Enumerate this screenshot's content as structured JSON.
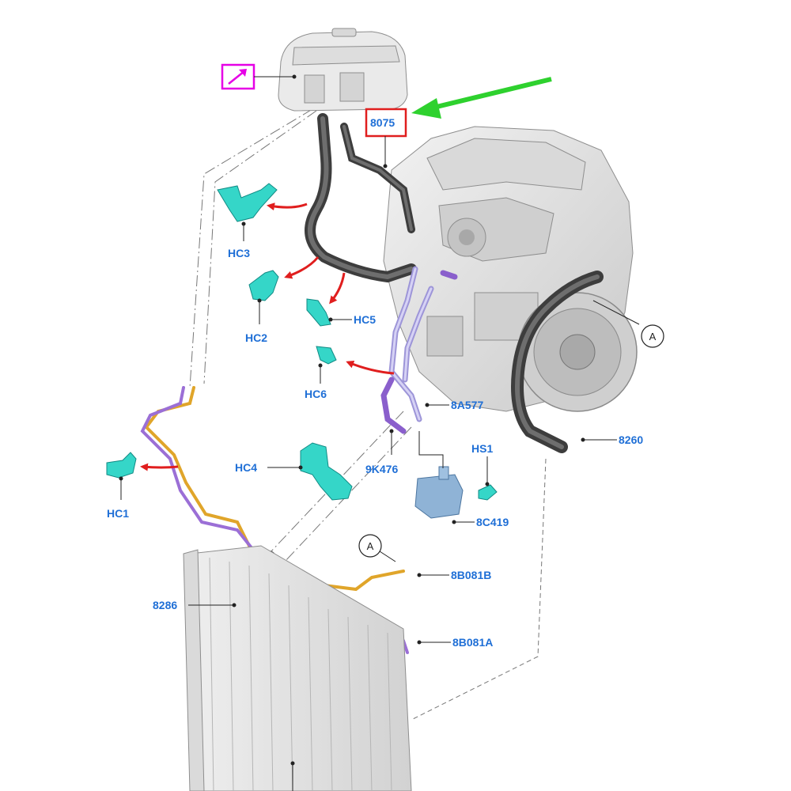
{
  "callouts": {
    "hc3": "HC3",
    "hc2": "HC2",
    "hc5": "HC5",
    "hc6": "HC6",
    "hc4": "HC4",
    "hc1": "HC1",
    "p8075": "8075",
    "p8a577": "8A577",
    "p9k476": "9K476",
    "hs1": "HS1",
    "p8c419": "8C419",
    "p8260": "8260",
    "p8286": "8286",
    "p8b081b": "8B081B",
    "p8b081a": "8B081A",
    "ref_a_engine": "A",
    "ref_a_hose": "A"
  },
  "colors": {
    "label": "#1f6fd6",
    "highlight_box": "#e01e1e",
    "pointer_arrow": "#2ed12e",
    "red_arrows": "#e01e1e",
    "clips": "#35d6c8",
    "marker_box": "#e600e6",
    "hose_dark": "#4a4a4a",
    "hose_purple": "#9b6fd6",
    "hose_yellow": "#e0a52a",
    "hose_lavender": "#b8b0e8"
  },
  "icons": {
    "marker": "pencil-arrow-icon"
  }
}
